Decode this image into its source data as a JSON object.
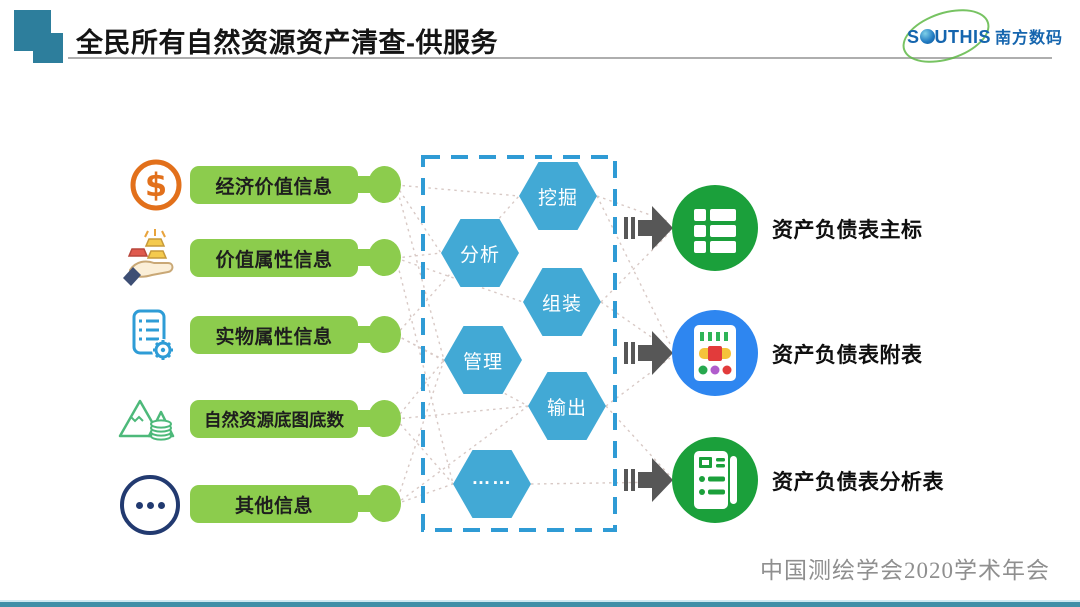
{
  "header": {
    "title": "全民所有自然资源资产清查-供服务",
    "logo": {
      "part1": "S",
      "part2": "UTH",
      "part3": "IS",
      "cn": "南方数码"
    }
  },
  "inputs": [
    {
      "label": "经济价值信息",
      "icon": "money-icon"
    },
    {
      "label": "价值属性信息",
      "icon": "hand-coins-icon"
    },
    {
      "label": "实物属性信息",
      "icon": "document-gear-icon"
    },
    {
      "label": "自然资源底图底数",
      "icon": "mountains-coins-icon"
    },
    {
      "label": "其他信息",
      "icon": "ellipsis-circle-icon"
    }
  ],
  "process": {
    "hexagons": [
      "挖掘",
      "分析",
      "组装",
      "管理",
      "输出",
      "……"
    ]
  },
  "outputs": [
    {
      "label": "资产负债表主标",
      "icon": "table-icon",
      "circle_color": "#1BA03B"
    },
    {
      "label": "资产负债表附表",
      "icon": "chart-icon",
      "circle_color": "#2E86F0"
    },
    {
      "label": "资产负债表分析表",
      "icon": "report-icon",
      "circle_color": "#1BA03B"
    }
  ],
  "footer": {
    "conference": "中国测绘学会2020学术年会"
  },
  "colors": {
    "accent_teal": "#2D7E9C",
    "input_green": "#8CCC4D",
    "hexagon_blue": "#42A9D5",
    "dashed_box_blue": "#2F9BD5",
    "arrow_gray": "#575757",
    "output_green": "#1BA03B",
    "output_blue": "#2E86F0",
    "logo_blue": "#1565AE",
    "logo_green": "#5FB946",
    "money_orange": "#E2701B",
    "navy": "#223A70",
    "doc_blue": "#2E9CD6",
    "mountain_green": "#4DB97A",
    "bottom_bar_teal": "#3F8FA7"
  }
}
